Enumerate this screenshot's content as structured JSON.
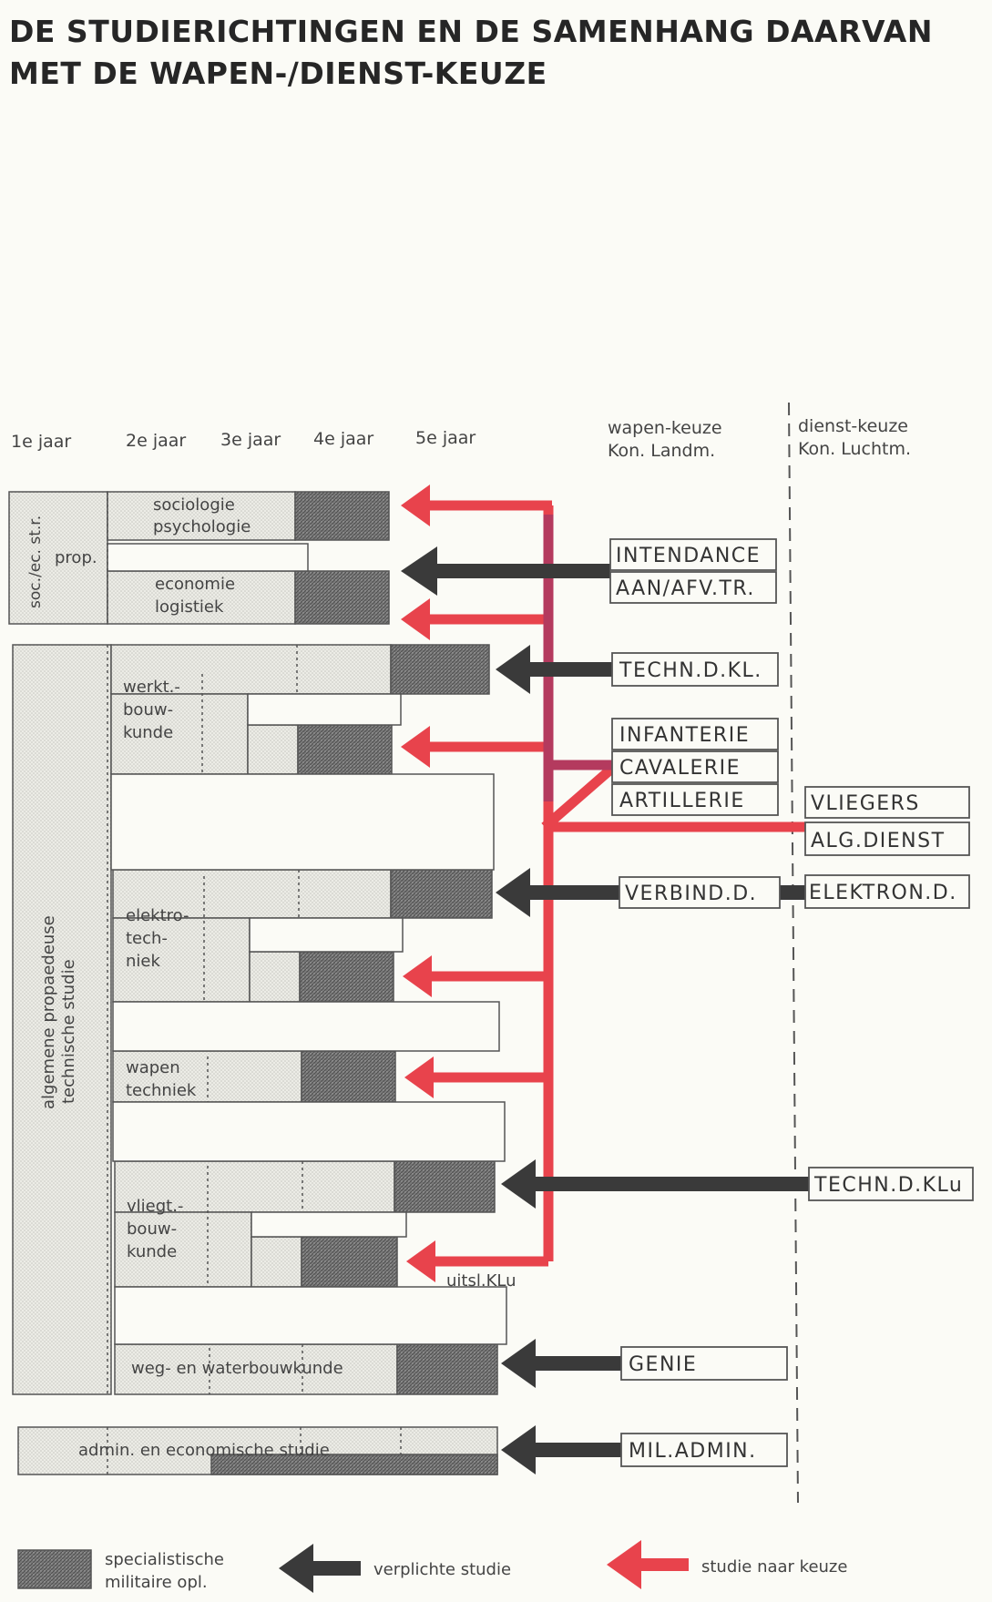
{
  "title": {
    "line1": "DE STUDIERICHTINGEN EN DE SAMENHANG DAARVAN",
    "line2": "MET DE WAPEN-/DIENST-KEUZE"
  },
  "columns": {
    "year1": "1e jaar",
    "year2": "2e jaar",
    "year3": "3e jaar",
    "year4": "4e jaar",
    "year5": "5e jaar",
    "wapen_line1": "wapen-keuze",
    "wapen_line2": "Kon. Landm.",
    "dienst_line1": "dienst-keuze",
    "dienst_line2": "Kon. Luchtm."
  },
  "studies": {
    "soc_side": "soc./ec. st.r.",
    "prop": "prop.",
    "sociologie": "sociologie",
    "psychologie": "psychologie",
    "economie": "economie",
    "logistiek": "logistiek",
    "tech_side1": "algemene propaedeuse",
    "tech_side2": "technische studie",
    "werkt1": "werkt.-",
    "werkt2": "bouw-",
    "werkt3": "kunde",
    "elektro1": "elektro-",
    "elektro2": "tech-",
    "elektro3": "niek",
    "wapen1": "wapen",
    "wapen2": "techniek",
    "vliegt1": "vliegt.-",
    "vliegt2": "bouw-",
    "vliegt3": "kunde",
    "weg": "weg- en waterbouwkunde",
    "admin": "admin. en economische studie",
    "uitsl": "uitsl.KLu"
  },
  "boxes": {
    "intendance": "INTENDANCE",
    "aanafv": "AAN/AFV.TR.",
    "techn_kl": "TECHN.D.KL.",
    "infanterie": "INFANTERIE",
    "cavalerie": "CAVALERIE",
    "artillerie": "ARTILLERIE",
    "vliegers": "VLIEGERS",
    "alg_dienst": "ALG.DIENST",
    "verbind": "VERBIND.D.",
    "elektron": "ELEKTRON.D.",
    "techn_klu": "TECHN.D.KLu",
    "genie": "GENIE",
    "mil_admin": "MIL.ADMIN."
  },
  "legend": {
    "spec1": "specialistische",
    "spec2": "militaire opl.",
    "verplicht": "verplichte studie",
    "keuze": "studie naar keuze"
  },
  "colors": {
    "red": "#e8434c",
    "crimson": "#b43a5e",
    "dark": "#3a3a3a",
    "hatch": "#6e6e6e",
    "light": "#e3e3dc"
  }
}
